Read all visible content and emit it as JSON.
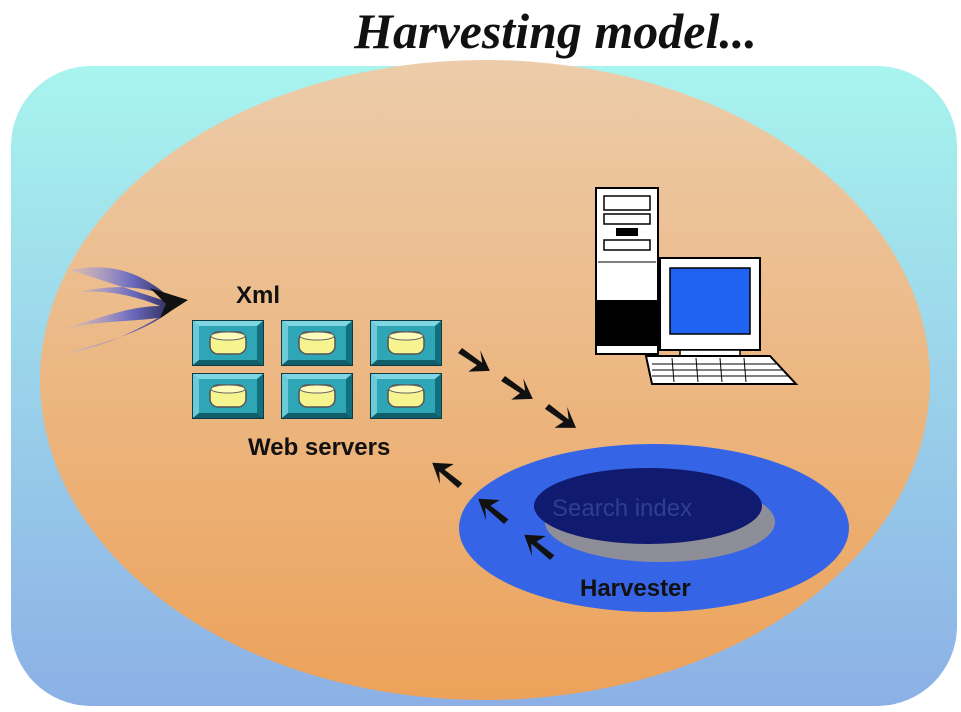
{
  "title": "Harvesting model...",
  "labels": {
    "xml": "Xml",
    "web_servers": "Web servers",
    "search_index": "Search index",
    "harvester": "Harvester"
  },
  "colors": {
    "frame_top": "#a6f2ec",
    "frame_bottom": "#8eb2e6",
    "oval_top": "#ecc9a2",
    "oval_bottom": "#eca45e",
    "server_tile": "#2ea6b6",
    "disk": "#f6f48e",
    "harvester_ring": "#3565e6",
    "search_index": "#101a6e",
    "arrow": "#111111"
  },
  "icons": [
    "incoming-swoosh-icon",
    "web-server-icon",
    "computer-workstation-icon",
    "flow-arrow-icon"
  ]
}
